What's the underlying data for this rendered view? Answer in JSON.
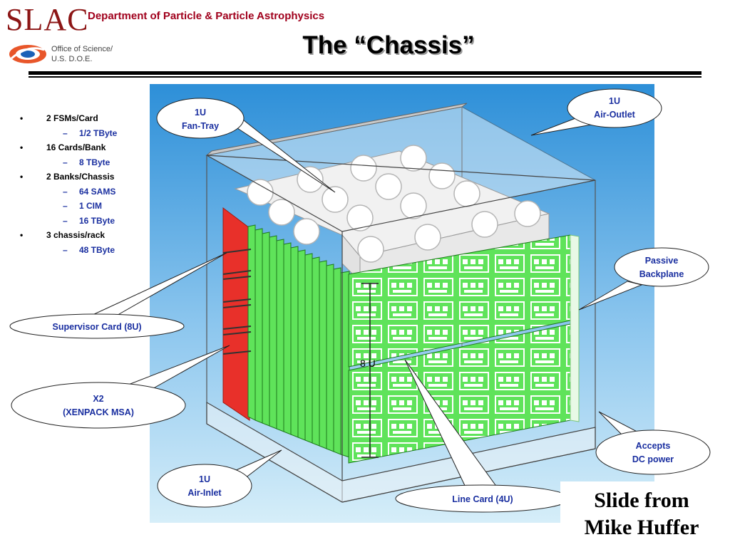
{
  "header": {
    "logo_text": "SLAC",
    "department": "Department of Particle & Particle Astrophysics",
    "doe_line1": "Office of Science/",
    "doe_line2": "U.S. D.O.E.",
    "title": "The “Chassis”"
  },
  "bullets": [
    {
      "text": "2 FSMs/Card",
      "sub": [
        "1/2 TByte"
      ]
    },
    {
      "text": "16 Cards/Bank",
      "sub": [
        "8 TByte"
      ]
    },
    {
      "text": "2 Banks/Chassis",
      "sub": [
        "64 SAMS",
        "1 CIM",
        "16 TByte"
      ]
    },
    {
      "text": "3 chassis/rack",
      "sub": [
        "48 TByte"
      ]
    }
  ],
  "bullet_marker": "•",
  "sub_marker": "–",
  "callouts": {
    "fan_tray": [
      "1U",
      "Fan-Tray"
    ],
    "air_outlet": [
      "1U",
      "Air-Outlet"
    ],
    "passive_backplane": [
      "Passive",
      "Backplane"
    ],
    "supervisor_card": [
      "Supervisor Card (8U)"
    ],
    "x2": [
      "X2",
      "(XENPACK MSA)"
    ],
    "air_inlet": [
      "1U",
      "Air-Inlet"
    ],
    "line_card": [
      "Line Card (4U)"
    ],
    "dc_power": [
      "Accepts",
      "DC power"
    ]
  },
  "dimension_label": "8 U",
  "credit": [
    "Slide from",
    "Mike Huffer"
  ],
  "colors": {
    "brand_red": "#a0001c",
    "callout_text": "#1a2fa0",
    "card_green": "#5fe35a",
    "supervisor_red": "#e8302a",
    "sky_top": "#2d8fd8",
    "sky_bottom": "#cfe9f8"
  }
}
